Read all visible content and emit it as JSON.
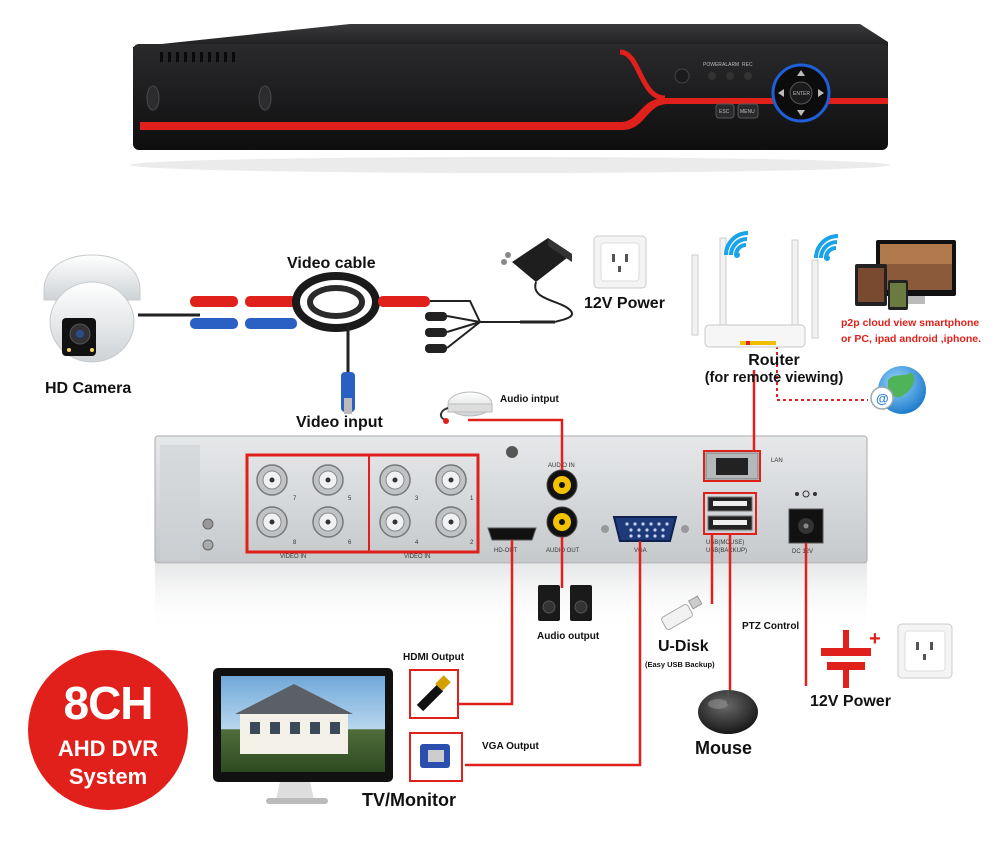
{
  "labels": {
    "video_cable": "Video cable",
    "power_top": "12V Power",
    "hd_camera": "HD Camera",
    "video_input": "Video input",
    "router": "Router",
    "router_sub": "(for remote viewing)",
    "p2p_line1": "p2p cloud  view smartphone",
    "p2p_line2": "or PC, ipad android ,iphone.",
    "audio_input": "Audio intput",
    "audio_output": "Audio output",
    "hdmi_output": "HDMI Output",
    "vga_output": "VGA Output",
    "tv_monitor": "TV/Monitor",
    "u_disk": "U-Disk",
    "u_disk_sub": "(Easy USB Backup)",
    "ptz_control": "PTZ Control",
    "mouse": "Mouse",
    "power_bottom": "12V Power"
  },
  "front_panel": {
    "power": "POWER",
    "alarm": "ALARM",
    "rec": "REC",
    "esc": "ESC",
    "menu": "MENU",
    "enter": "ENTER"
  },
  "rear_panel": {
    "video_in_left": "VIDEO IN",
    "video_in_right": "VIDEO IN",
    "ports_top": [
      "7",
      "5",
      "3",
      "1"
    ],
    "ports_bottom": [
      "8",
      "6",
      "4",
      "2"
    ],
    "audio_in": "AUDIO IN",
    "audio_out": "AUDIO OUT",
    "hd_out": "HD-OUT",
    "vga": "VGA",
    "lan": "LAN",
    "usb_mouse": "USB(MOUSE)",
    "usb_backup": "USB(BACKUP)",
    "dc": "DC 12V"
  },
  "badge": {
    "line1": "8CH",
    "line2": "AHD DVR",
    "line3": "System"
  },
  "colors": {
    "accent": "#e0201a",
    "wifi": "#1aa3e8",
    "dvr_body": "#222222",
    "rear_panel": "#d8dadc"
  }
}
